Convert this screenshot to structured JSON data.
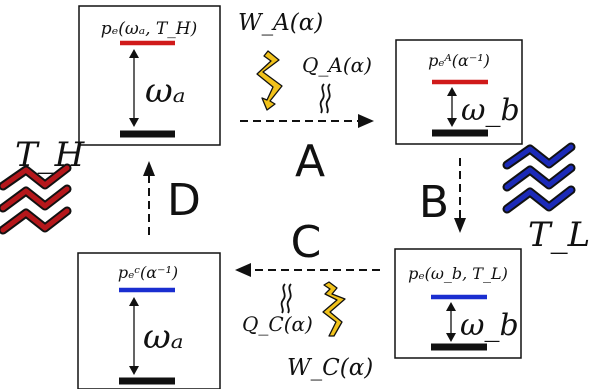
{
  "colors": {
    "black": "#111111",
    "red": "#d01a1a",
    "blue": "#1a2ed0",
    "yellow": "#f1c21b",
    "hot": "#b5171b",
    "cold": "#1b2ab8"
  },
  "boxes": {
    "top_left": {
      "label": "pₑ(ωₐ, T_H)",
      "freq": "ωₐ",
      "level_color": "red"
    },
    "top_right": {
      "label": "pₑᴬ(α⁻¹)",
      "freq": "ω_b",
      "level_color": "red"
    },
    "bottom_right": {
      "label": "pₑ(ω_b, T_L)",
      "freq": "ω_b",
      "level_color": "blue"
    },
    "bottom_left": {
      "label": "pₑᶜ(α⁻¹)",
      "freq": "ωₐ",
      "level_color": "blue"
    }
  },
  "strokes": {
    "A": "A",
    "B": "B",
    "C": "C",
    "D": "D"
  },
  "quantities": {
    "work_A": "W_A(α)",
    "heat_A": "Q_A(α)",
    "work_C": "W_C(α)",
    "heat_C": "Q_C(α)"
  },
  "reservoirs": {
    "hot": "T_H",
    "cold": "T_L"
  },
  "icons": {
    "work": "lightning-icon",
    "heat": "wavy-heat-icon",
    "reservoir": "heat-bath-icon"
  }
}
